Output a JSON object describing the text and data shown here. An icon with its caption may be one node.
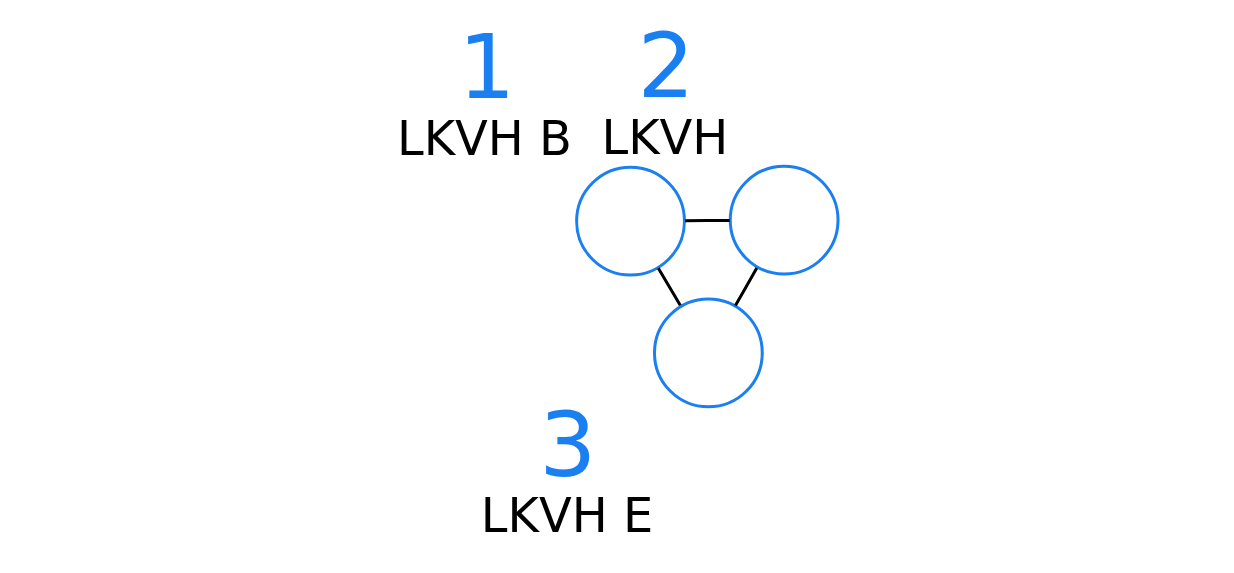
{
  "diagram": {
    "nodes": [
      {
        "text": [],
        "shape": "circle",
        "beside": [
          "1",
          "LKVH B"
        ]
      },
      {
        "text": [],
        "shape": "circle",
        "beside": [
          "2",
          "LKVH"
        ]
      },
      {
        "text": [],
        "shape": "circle",
        "beside": [
          "3",
          "LKVH E"
        ]
      }
    ],
    "edges": [
      {
        "from": 0,
        "to": 1,
        "arrow": "none"
      },
      {
        "from": 1,
        "to": 2,
        "arrow": "none"
      },
      {
        "from": 2,
        "to": 0,
        "arrow": "none"
      }
    ]
  }
}
